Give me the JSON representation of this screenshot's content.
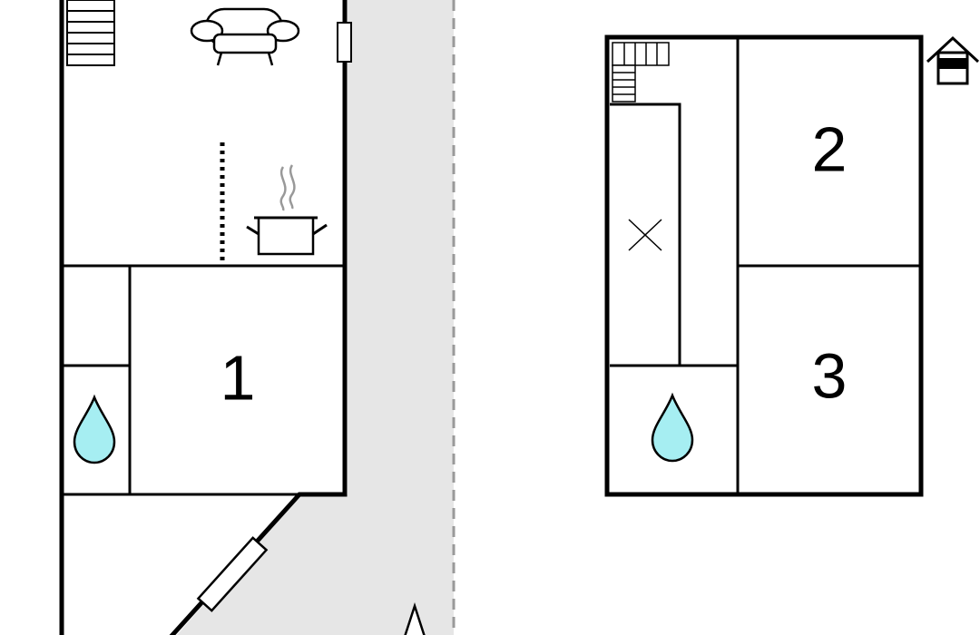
{
  "rooms": {
    "bedroom_1": "1",
    "bedroom_2": "2",
    "bedroom_3": "3"
  },
  "colors": {
    "wall": "#000000",
    "street": "#e6e6e6",
    "water_drop": "#a6eef2",
    "steam": "#999999"
  },
  "icons": {
    "sofa": "sofa-icon",
    "cooking_pot": "cooking-pot-icon",
    "water_drop": "water-drop-icon",
    "bed_cross": "cross-icon",
    "house": "house-icon",
    "stairs": "stairs-icon",
    "door": "door-icon",
    "compass": "north-arrow-icon"
  }
}
